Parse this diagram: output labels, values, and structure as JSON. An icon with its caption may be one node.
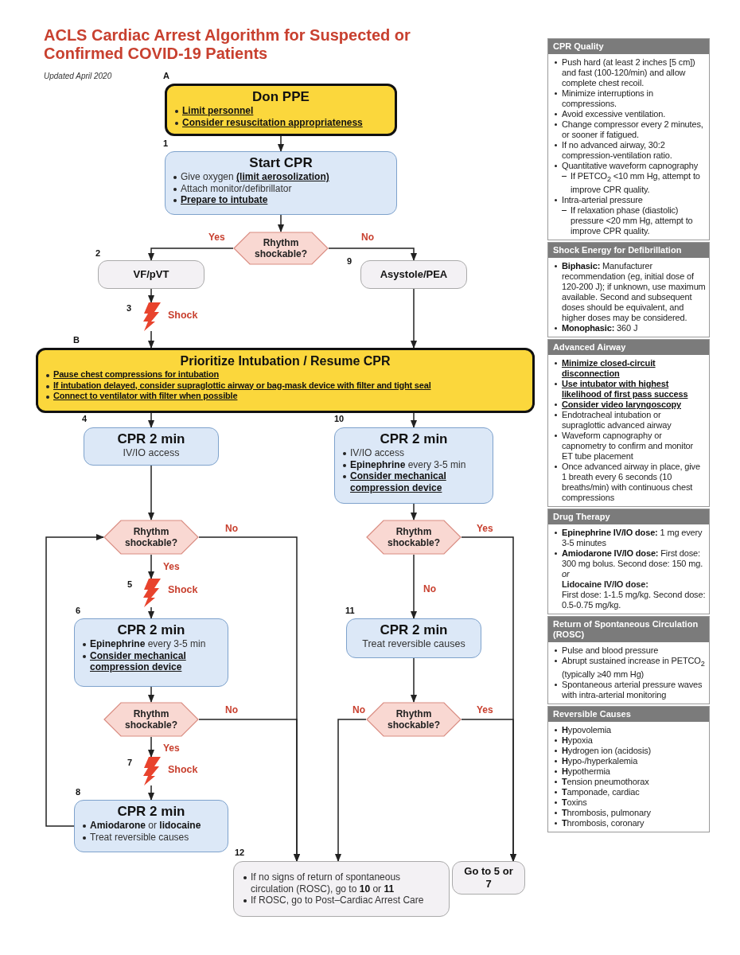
{
  "diagram": {
    "title": "ACLS Cardiac Arrest Algorithm for Suspected or Confirmed COVID-19 Patients",
    "nodes": [
      {
        "text": [
          "Don PPE",
          "Limit personnel",
          "Consider resuscitation appropriateness"
        ],
        "beside": [
          "A"
        ]
      },
      {
        "text": [
          "Start CPR",
          "Give oxygen **(limit aerosolization)**",
          "Attach monitor/defibrillator",
          "Prepare to intubate"
        ],
        "beside": [
          "1"
        ]
      },
      {
        "text": [
          "Rhythm shockable?"
        ]
      },
      {
        "text": [
          "VF/pVT"
        ],
        "beside": [
          "2"
        ]
      },
      {
        "text": [
          "Asystole/PEA"
        ],
        "beside": [
          "9"
        ]
      },
      {
        "text": [],
        "shape": "lightning",
        "beside": [
          "3",
          "Shock"
        ]
      },
      {
        "text": [
          "Prioritize Intubation / Resume CPR",
          "Pause chest compressions for intubation",
          "If intubation delayed, consider supraglottic airway or bag-mask device with filter and tight seal",
          "Connect to ventilator with filter when possible"
        ],
        "beside": [
          "B"
        ]
      },
      {
        "text": [
          "CPR 2 min",
          "IV/IO access"
        ],
        "beside": [
          "4"
        ]
      },
      {
        "text": [
          "CPR 2 min",
          "IV/IO access",
          "**Epinephrine** every 3-5 min",
          "Consider mechanical compression device"
        ],
        "beside": [
          "10"
        ]
      },
      {
        "text": [
          "Rhythm shockable?"
        ]
      },
      {
        "text": [
          "Rhythm shockable?"
        ]
      },
      {
        "text": [],
        "shape": "lightning",
        "beside": [
          "5",
          "Shock"
        ]
      },
      {
        "text": [
          "CPR 2 min",
          "**Epinephrine** every 3-5 min",
          "Consider mechanical compression device"
        ],
        "beside": [
          "6"
        ]
      },
      {
        "text": [
          "CPR 2 min",
          "Treat reversible causes"
        ],
        "beside": [
          "11"
        ]
      },
      {
        "text": [
          "Rhythm shockable?"
        ]
      },
      {
        "text": [
          "Rhythm shockable?"
        ]
      },
      {
        "text": [],
        "shape": "lightning",
        "beside": [
          "7",
          "Shock"
        ]
      },
      {
        "text": [
          "CPR 2 min",
          "**Amiodarone** or **lidocaine**",
          "Treat reversible causes"
        ],
        "beside": [
          "8"
        ]
      },
      {
        "text": [
          "If no signs of return of spontaneous circulation (ROSC), go to **10** or **11**",
          "If ROSC, go to Post–Cardiac Arrest Care"
        ],
        "beside": [
          "12"
        ]
      },
      {
        "text": [
          "Go to 5 or 7"
        ]
      },
      {
        "text": [
          "CPR Quality",
          "Push hard (at least 2 inches [5 cm]) and fast (100-120/min) and allow complete chest recoil.",
          "Minimize interruptions in compressions.",
          "Avoid excessive ventilation.",
          "Change compressor every 2 minutes, or sooner if fatigued.",
          "If no advanced airway, 30:2 compression-ventilation ratio.",
          "Quantitative waveform capnography",
          "If PETCO$_{2}$ <10 mm Hg, attempt to improve CPR quality.",
          "Intra-arterial pressure",
          "If relaxation phase (diastolic) pressure <20 mm Hg, attempt to improve CPR quality."
        ]
      },
      {
        "text": [
          "Shock Energy for Defibrillation",
          "**Biphasic:** Manufacturer recommendation (eg, initial dose of 120-200 J); if unknown, use maximum available. Second and subsequent doses should be equivalent, and higher doses may be considered.",
          "**Monophasic:** 360 J"
        ]
      },
      {
        "text": [
          "Advanced Airway",
          "Minimize closed-circuit disconnection",
          "Use intubator with highest likelihood of first pass success",
          "Consider video laryngoscopy",
          "Endotracheal intubation or supraglottic advanced airway",
          "Waveform capnography or capnometry to confirm and monitor ET tube placement",
          "Once advanced airway in place, give 1 breath every 6 seconds (10 breaths/min) with continuous chest compressions"
        ]
      },
      {
        "text": [
          "Drug Therapy",
          "**Epinephrine IV/IO dose:** 1 mg every 3-5 minutes",
          "**Amiodarone IV/IO dose:** First dose: 300 mg bolus. Second dose: 150 mg.",
          "or",
          "**Lidocaine IV/IO dose:** First dose: 1-1.5 mg/kg. Second dose: 0.5-0.75 mg/kg."
        ]
      },
      {
        "text": [
          "Return of Spontaneous Circulation (ROSC)",
          "Pulse and blood pressure",
          "Abrupt sustained increase in PETCO$_{2}$ (typically ≥40 mm Hg)",
          "Spontaneous arterial pressure waves with intra-arterial monitoring"
        ]
      },
      {
        "text": [
          "Reversible Causes",
          "**H**ypovolemia",
          "**H**ypoxia",
          "**H**ydrogen ion (acidosis)",
          "**H**ypo-/hyperkalemia",
          "**H**ypothermia",
          "**T**ension pneumothorax",
          "**T**amponade, cardiac",
          "**T**oxins",
          "**T**hrombosis, pulmonary",
          "**T**hrombosis, coronary"
        ]
      }
    ],
    "edges": [
      {
        "from": 0,
        "to": 1,
        "arrow": "to"
      },
      {
        "from": 1,
        "to": 2,
        "arrow": "to"
      },
      {
        "from": 2,
        "to": 3,
        "arrow": "to",
        "label": "Yes"
      },
      {
        "from": 2,
        "to": 4,
        "arrow": "to",
        "label": "No"
      },
      {
        "from": 3,
        "to": 5,
        "arrow": "to"
      },
      {
        "from": 5,
        "to": 6,
        "arrow": "to"
      },
      {
        "from": 4,
        "to": 6,
        "arrow": "to"
      },
      {
        "from": 6,
        "to": 7,
        "arrow": "to"
      },
      {
        "from": 6,
        "to": 8,
        "arrow": "to"
      },
      {
        "from": 7,
        "to": 9,
        "arrow": "to"
      },
      {
        "from": 8,
        "to": 10,
        "arrow": "to"
      },
      {
        "from": 9,
        "to": 11,
        "arrow": "to",
        "label": "Yes"
      },
      {
        "from": 9,
        "to": 18,
        "arrow": "to",
        "label": "No"
      },
      {
        "from": 10,
        "to": 19,
        "arrow": "to",
        "label": "Yes"
      },
      {
        "from": 10,
        "to": 13,
        "arrow": "to",
        "label": "No"
      },
      {
        "from": 11,
        "to": 12,
        "arrow": "to"
      },
      {
        "from": 12,
        "to": 14,
        "arrow": "to"
      },
      {
        "from": 13,
        "to": 15,
        "arrow": "to"
      },
      {
        "from": 14,
        "to": 16,
        "arrow": "to",
        "label": "Yes"
      },
      {
        "from": 14,
        "to": 18,
        "arrow": "to",
        "label": "No"
      },
      {
        "from": 15,
        "to": 18,
        "arrow": "to",
        "label": "No"
      },
      {
        "from": 15,
        "to": 19,
        "arrow": "to",
        "label": "Yes"
      },
      {
        "from": 16,
        "to": 17,
        "arrow": "to"
      },
      {
        "from": 17,
        "to": 9,
        "arrow": "to"
      }
    ],
    "labels": [
      "Updated April 2020"
    ]
  }
}
